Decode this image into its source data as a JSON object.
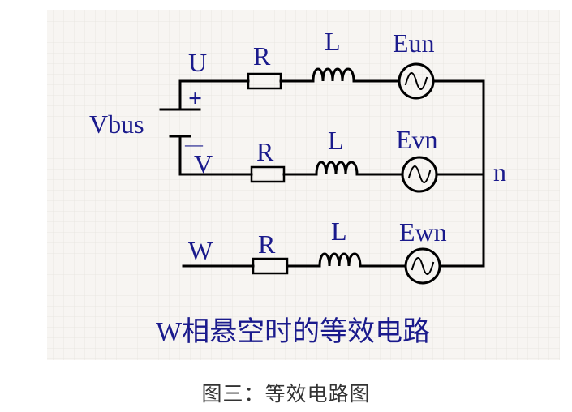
{
  "diagram": {
    "labels": {
      "vbus": "Vbus",
      "plus": "+",
      "minus": "—",
      "u": "U",
      "v": "V",
      "w": "W",
      "n": "n",
      "r1": "R",
      "r2": "R",
      "r3": "R",
      "l1": "L",
      "l2": "L",
      "l3": "L",
      "eun": "Eun",
      "evn": "Evn",
      "ewn": "Ewn"
    },
    "title": "W相悬空时的等效电路"
  },
  "caption": "图三：等效电路图",
  "colors": {
    "background": "#f7f5f2",
    "wire": "#000000",
    "label": "#1a1a8c",
    "caption": "#333333"
  }
}
